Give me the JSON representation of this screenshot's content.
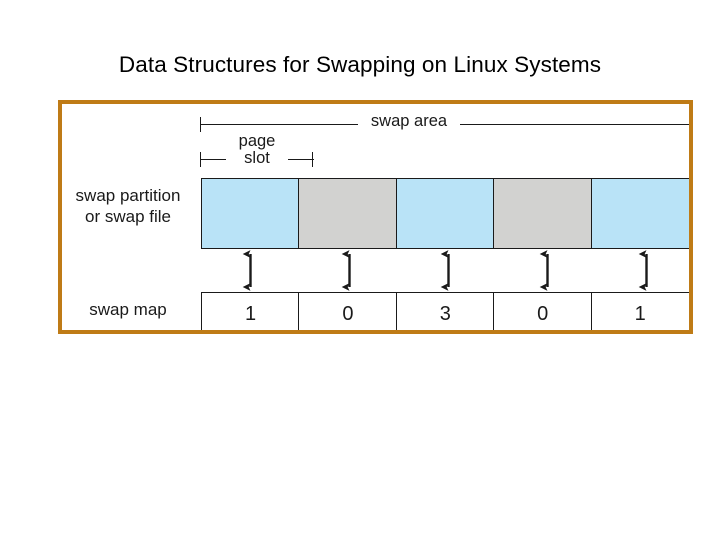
{
  "slide": {
    "title": "Data Structures for Swapping on Linux Systems"
  },
  "figure": {
    "frame_color": "#bf7b16",
    "measures": {
      "swap_area_label": "swap area",
      "page_slot_label_line1": "page",
      "page_slot_label_line2": "slot"
    },
    "rows": [
      {
        "id": "swap-partition-row",
        "label": "swap partition\nor swap file",
        "label_line1": "swap partition",
        "label_line2": "or swap file",
        "cells": [
          {
            "state": "used",
            "color": "#b9e3f7"
          },
          {
            "state": "free",
            "color": "#d2d2d0"
          },
          {
            "state": "used",
            "color": "#b9e3f7"
          },
          {
            "state": "free",
            "color": "#d2d2d0"
          },
          {
            "state": "used",
            "color": "#b9e3f7"
          }
        ]
      },
      {
        "id": "swap-map-row",
        "label": "swap map",
        "cells": [
          {
            "value": "1"
          },
          {
            "value": "0"
          },
          {
            "value": "3"
          },
          {
            "value": "0"
          },
          {
            "value": "1"
          }
        ]
      }
    ],
    "connectors": {
      "count": 5,
      "style": "double-headed-vertical-arrow",
      "color": "#1a1a1a"
    }
  }
}
